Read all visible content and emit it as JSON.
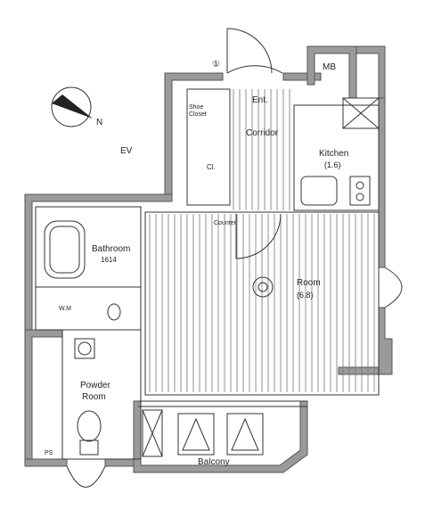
{
  "labels": {
    "mb": "MB",
    "ent": "Ent.",
    "corridor": "Corridor",
    "kitchen": "Kitchen",
    "kitchen_size": "(1.6)",
    "ev": "EV",
    "bathroom": "Bathroom",
    "bathroom_size": "1614",
    "room": "Room",
    "room_size": "(6.8)",
    "powder_room_line1": "Powder",
    "powder_room_line2": "Room",
    "balcony": "Balcony",
    "shoe_closet_line1": "Shoe",
    "shoe_closet_line2": "Closet",
    "closet": "Cl.",
    "counter": "Counter",
    "compass": "N",
    "door_mark": "①",
    "ps": "PS",
    "wm": "W.M"
  },
  "colors": {
    "wall": "#9a9a9a",
    "line": "#333333",
    "background": "#ffffff"
  },
  "icons": [
    "compass-arrow-icon",
    "door-swing-icon",
    "toilet-icon",
    "bathtub-icon",
    "stove-icon",
    "sink-icon",
    "ceiling-light-icon"
  ]
}
